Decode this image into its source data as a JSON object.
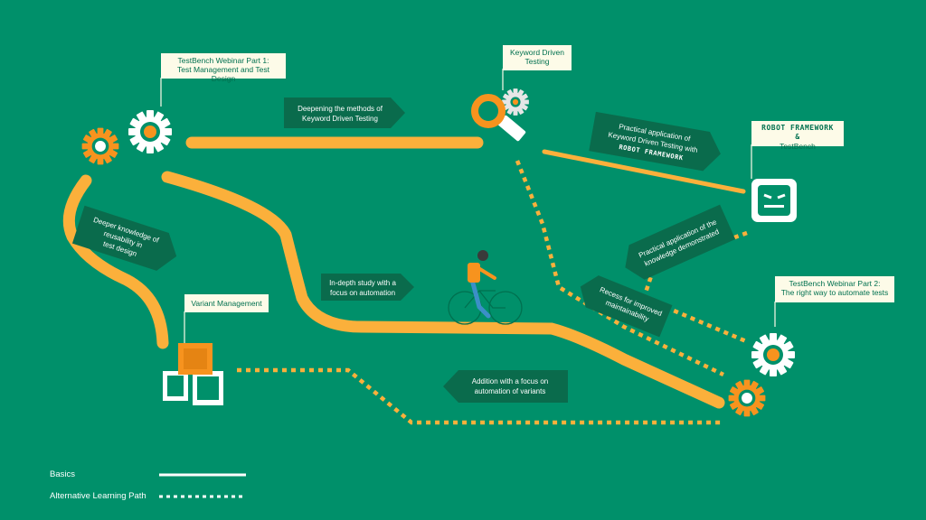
{
  "colors": {
    "background": "#00906a",
    "path_orange": "#fbb03b",
    "arrow_dark": "#0a6b4c",
    "gear_orange": "#f7931e",
    "flag_bg": "#fdfbe8",
    "flag_text": "#00704f"
  },
  "milestones": {
    "webinar1": {
      "line1": "TestBench Webinar Part 1:",
      "line2": "Test Management and Test Design"
    },
    "keyword": {
      "line1": "Keyword Driven",
      "line2": "Testing"
    },
    "robot": {
      "line1": "ROBOT FRAMEWORK &",
      "line2": "TestBench"
    },
    "webinar2": {
      "line1": "TestBench Webinar Part 2:",
      "line2": "The right way to automate tests"
    },
    "variant": {
      "line1": "Variant Management"
    }
  },
  "arrows": {
    "deepening": {
      "line1": "Deepening the methods of",
      "line2": "Keyword Driven Testing"
    },
    "practical_kdt": {
      "line1": "Practical application of",
      "line2": "Keyword Driven Testing with",
      "line3": "ROBOT FRAMEWORK"
    },
    "deeper": {
      "line1": "Deeper knowledge of",
      "line2": "reusability in",
      "line3": "test design"
    },
    "indepth": {
      "line1": "In-depth study with a",
      "line2": "focus on automation"
    },
    "practical_knowledge": {
      "line1": "Practical application of the",
      "line2": "knowledge demonstrated"
    },
    "recess": {
      "line1": "Recess for improved",
      "line2": "maintainability"
    },
    "addition": {
      "line1": "Addition with a focus on",
      "line2": "automation of variants"
    }
  },
  "legend": {
    "basics": "Basics",
    "alternative": "Alternative Learning Path"
  },
  "icons": [
    "gear-icon",
    "magnifier-icon",
    "robot-icon",
    "cube-icon",
    "cyclist-icon"
  ]
}
